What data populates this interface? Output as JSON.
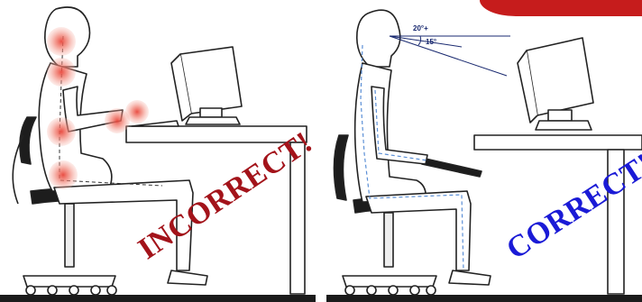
{
  "panels": {
    "incorrect": {
      "verdict": "INCORRECT!"
    },
    "correct": {
      "verdict": "CORRECT!",
      "angle_upper": "20°+",
      "angle_lower": "15°"
    }
  },
  "colors": {
    "incorrect_text": "#a3131a",
    "correct_text": "#1a1ad6",
    "stress_point": "#e8453a",
    "posture_line": "#5b8fd6",
    "banner": "#c61c1c"
  }
}
